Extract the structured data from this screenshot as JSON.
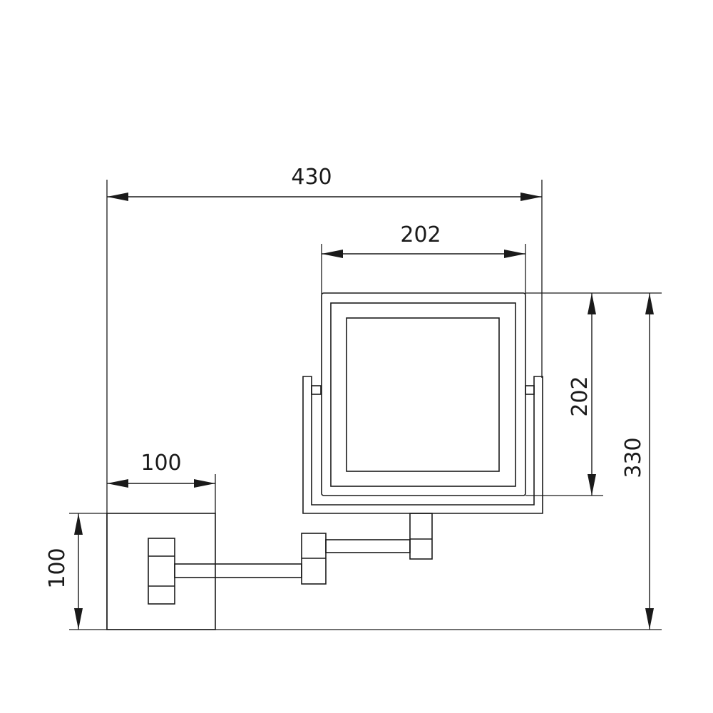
{
  "drawing": {
    "dimensions": {
      "overall_width": "430",
      "mirror_width": "202",
      "mirror_height": "202",
      "overall_height": "330",
      "plate_width": "100",
      "plate_height": "100"
    }
  }
}
